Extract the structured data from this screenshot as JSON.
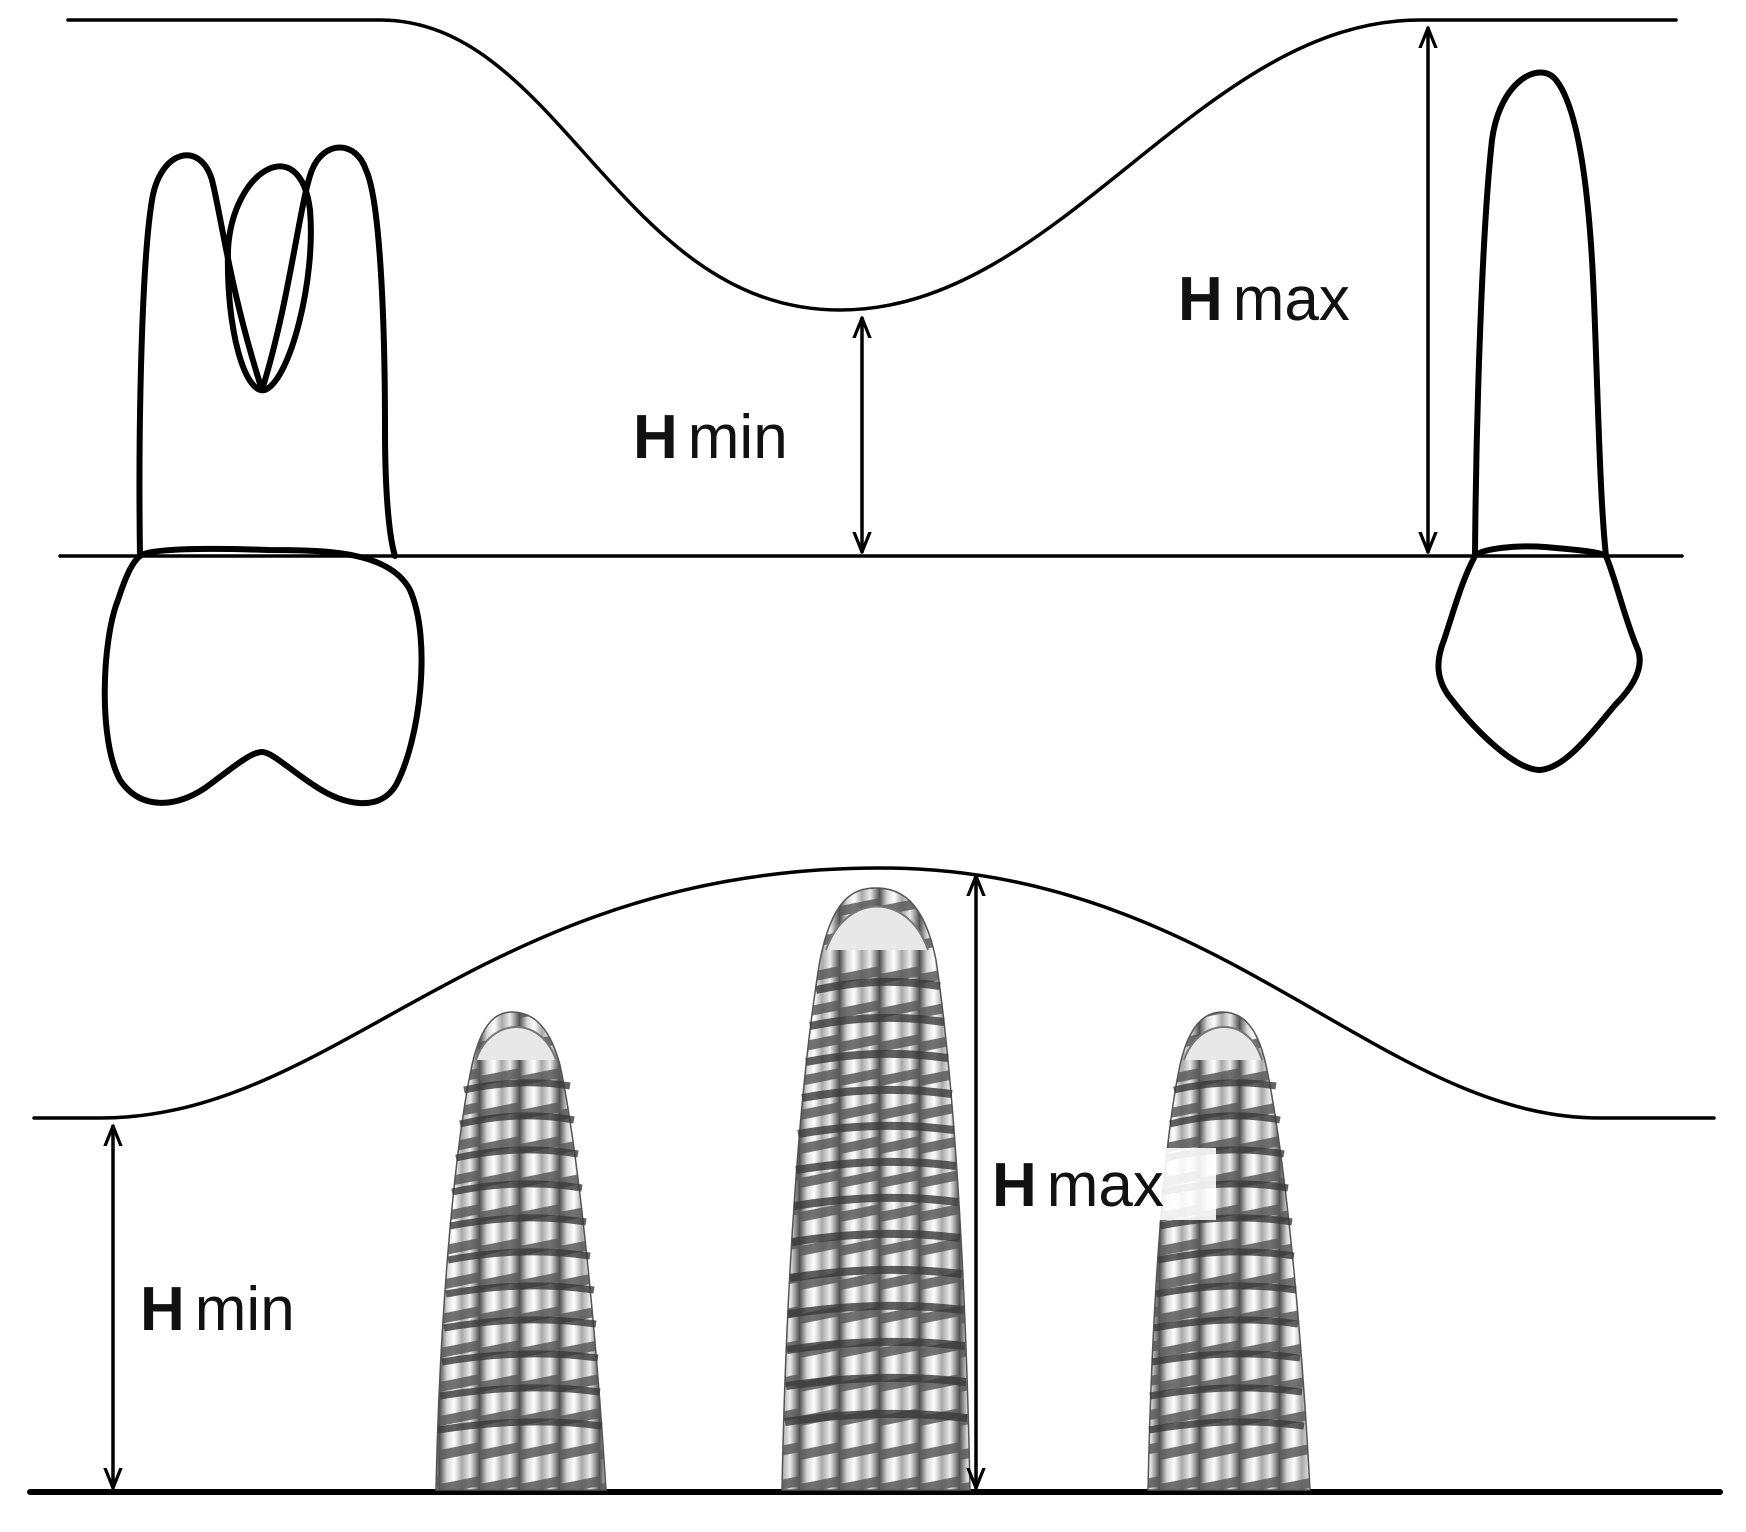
{
  "top_panel": {
    "hmin_label": {
      "bold": "H",
      "rest": "min"
    },
    "hmax_label": {
      "bold": "H",
      "rest": "max"
    }
  },
  "bottom_panel": {
    "hmin_label": {
      "bold": "H",
      "rest": "min"
    },
    "hmax_label": {
      "bold": "H",
      "rest": "max"
    }
  },
  "colors": {
    "line": "#000000",
    "implant_light": "#f2f2f2",
    "implant_dark": "#4a4a4a"
  }
}
